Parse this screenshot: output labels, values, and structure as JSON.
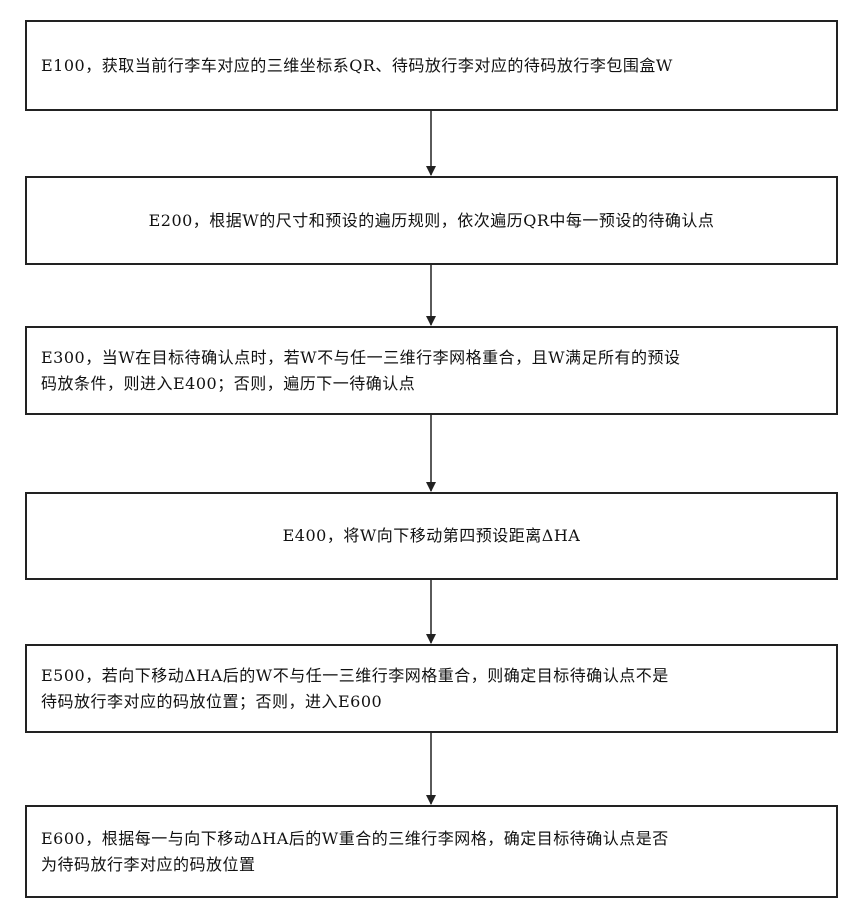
{
  "steps": [
    {
      "id": "E100",
      "text": "E100，获取当前行李车对应的三维坐标系QR、待码放行李对应的待码放行李包围盒W"
    },
    {
      "id": "E200",
      "text": "E200，根据W的尺寸和预设的遍历规则，依次遍历QR中每一预设的待确认点"
    },
    {
      "id": "E300",
      "text": "E300，当W在目标待确认点时，若W不与任一三维行李网格重合，且W满足所有的预设\n码放条件，则进入E400；否则，遍历下一待确认点"
    },
    {
      "id": "E400",
      "text": "E400，将W向下移动第四预设距离ΔHA"
    },
    {
      "id": "E500",
      "text": "E500，若向下移动ΔHA后的W不与任一三维行李网格重合，则确定目标待确认点不是\n待码放行李对应的码放位置；否则，进入E600"
    },
    {
      "id": "E600",
      "text": "E600，根据每一与向下移动ΔHA后的W重合的三维行李网格，确定目标待确认点是否\n为待码放行李对应的码放位置"
    }
  ]
}
